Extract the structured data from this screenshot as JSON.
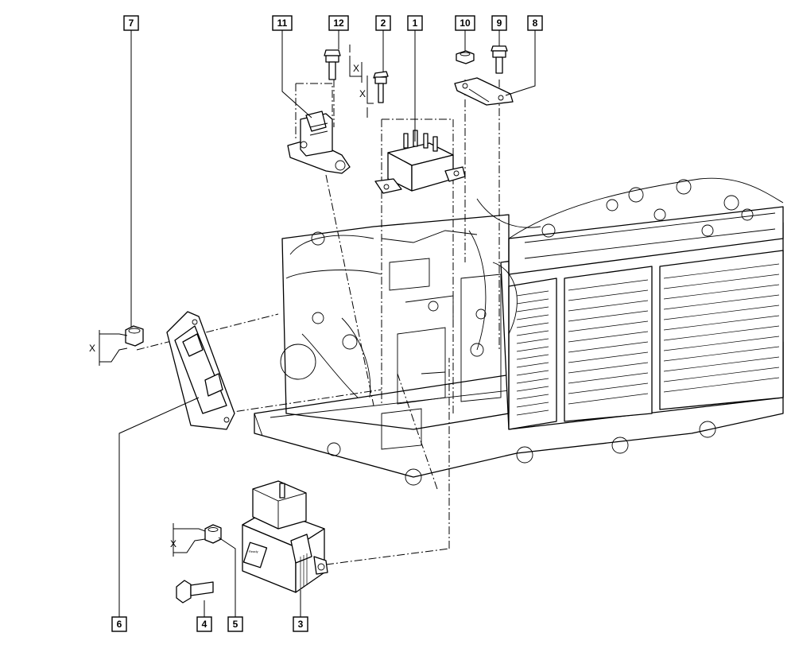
{
  "callouts": [
    {
      "id": "7",
      "label": "7"
    },
    {
      "id": "11",
      "label": "11"
    },
    {
      "id": "12",
      "label": "12"
    },
    {
      "id": "2",
      "label": "2"
    },
    {
      "id": "1",
      "label": "1"
    },
    {
      "id": "10",
      "label": "10"
    },
    {
      "id": "9",
      "label": "9"
    },
    {
      "id": "8",
      "label": "8"
    },
    {
      "id": "6",
      "label": "6"
    },
    {
      "id": "4",
      "label": "4"
    },
    {
      "id": "5",
      "label": "5"
    },
    {
      "id": "3",
      "label": "3"
    }
  ],
  "dimensions": {
    "torque_mark": "X"
  },
  "colors": {
    "line": "#000000",
    "background": "#ffffff"
  }
}
